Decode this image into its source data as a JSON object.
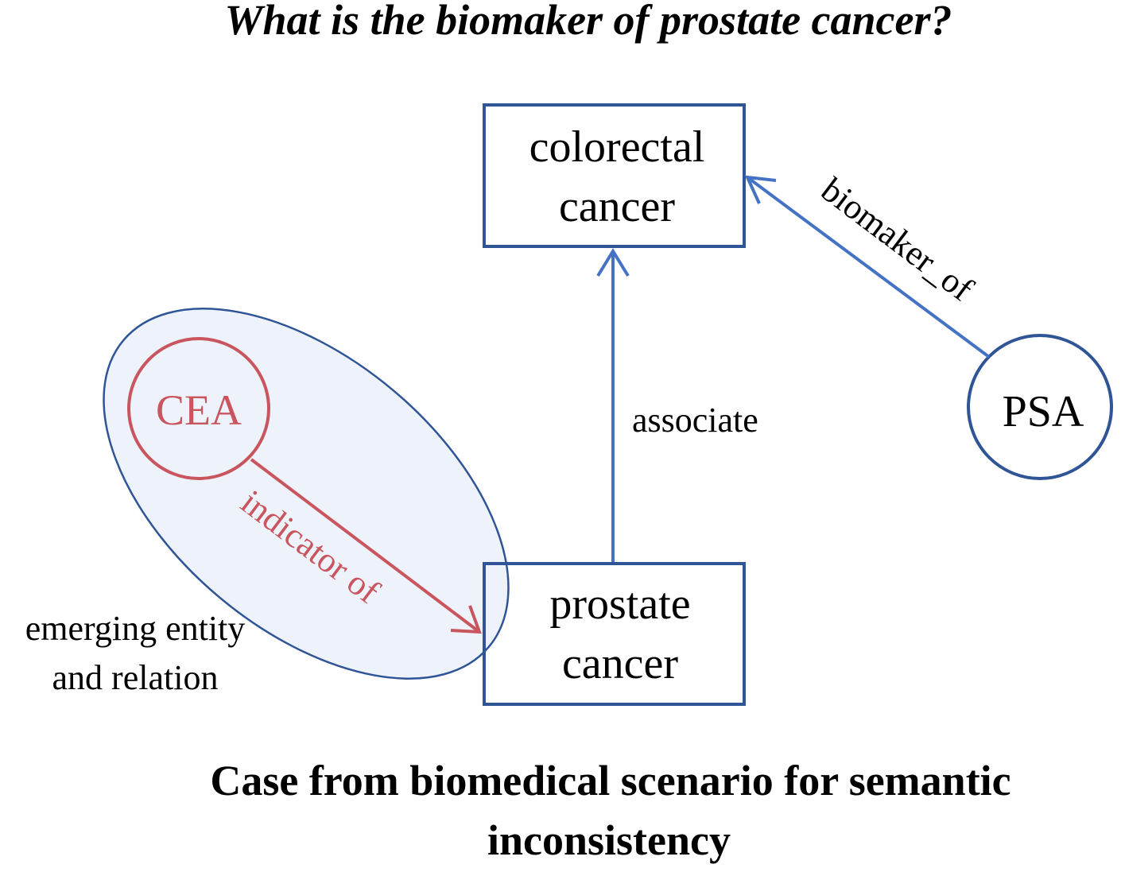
{
  "question": "What is the biomaker of prostate cancer?",
  "nodes": {
    "colorectal_cancer": {
      "line1": "colorectal",
      "line2": "cancer"
    },
    "prostate_cancer": {
      "line1": "prostate",
      "line2": "cancer"
    },
    "cea": {
      "label": "CEA"
    },
    "psa": {
      "label": "PSA"
    }
  },
  "edges": {
    "associate": {
      "label": "associate"
    },
    "biomaker_of": {
      "label": "biomaker_of"
    },
    "indicator_of": {
      "label": "indicator of"
    }
  },
  "annotation": {
    "line1": "emerging entity",
    "line2": "and relation"
  },
  "caption": {
    "line1": "Case from biomedical scenario for semantic",
    "line2": "inconsistency"
  },
  "colors": {
    "box_border": "#2f5597",
    "edge_blue": "#4472c4",
    "ellipse_fill": "#dae3f3",
    "ellipse_border": "#2f5597",
    "cea_red": "#c9555f",
    "text": "#000000"
  }
}
